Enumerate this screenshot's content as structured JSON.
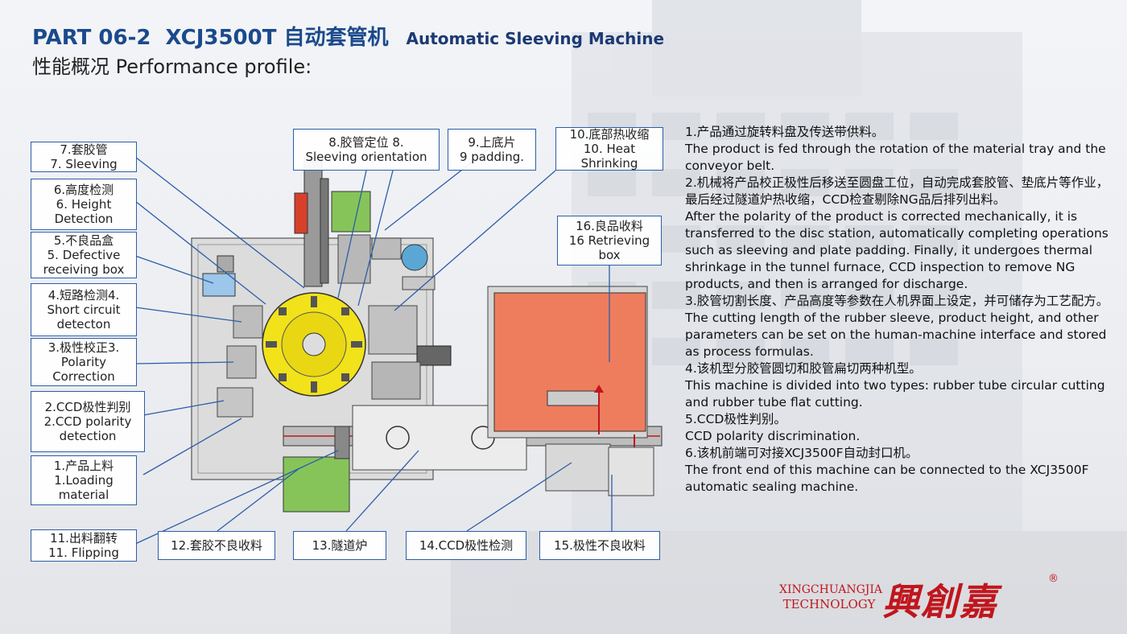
{
  "header": {
    "part": "PART 06-2",
    "model": "XCJ3500T 自动套管机",
    "subtitle": "Automatic Sleeving Machine",
    "performance": "性能概况 Performance profile:"
  },
  "callouts": [
    {
      "id": "c7",
      "lines": [
        "7.套胶管",
        "7. Sleeving"
      ]
    },
    {
      "id": "c6",
      "lines": [
        "6.高度检测",
        "6. Height",
        "Detection"
      ]
    },
    {
      "id": "c5",
      "lines": [
        "5.不良品盒",
        "5. Defective",
        "receiving box"
      ]
    },
    {
      "id": "c4",
      "lines": [
        "4.短路检测4.",
        "Short circuit",
        "detecton"
      ]
    },
    {
      "id": "c3",
      "lines": [
        "3.极性校正3.",
        "Polarity",
        "Correction"
      ]
    },
    {
      "id": "c2",
      "lines": [
        "2.CCD极性判别",
        "2.CCD polarity",
        "detection"
      ]
    },
    {
      "id": "c1",
      "lines": [
        "1.产品上料",
        "1.Loading",
        "material"
      ]
    },
    {
      "id": "c11",
      "lines": [
        "11.出料翻转",
        "11. Flipping"
      ]
    },
    {
      "id": "c12",
      "lines": [
        "12.套胶不良收料"
      ]
    },
    {
      "id": "c13",
      "lines": [
        "13.隧道炉"
      ]
    },
    {
      "id": "c14",
      "lines": [
        "14.CCD极性检测"
      ]
    },
    {
      "id": "c15",
      "lines": [
        "15.极性不良收料"
      ]
    },
    {
      "id": "c8",
      "lines": [
        "8.胶管定位 8.",
        "Sleeving orientation"
      ]
    },
    {
      "id": "c9",
      "lines": [
        "9.上底片",
        "9 padding."
      ]
    },
    {
      "id": "c10",
      "lines": [
        "10.底部热收缩",
        "10. Heat",
        "Shrinking"
      ]
    },
    {
      "id": "c16",
      "lines": [
        "16.良品收料",
        "16 Retrieving",
        "box"
      ]
    }
  ],
  "description": [
    "1.产品通过旋转料盘及传送带供料。",
    "The product is fed through the rotation of the material tray and the conveyor belt.",
    "2.机械将产品校正极性后移送至圆盘工位，自动完成套胶管、垫底片等作业，最后经过隧道炉热收缩，CCD检查剔除NG品后排列出料。",
    "After the polarity of the product is corrected mechanically, it is transferred to the disc station, automatically completing operations such as sleeving and plate padding. Finally, it undergoes thermal shrinkage in the tunnel furnace, CCD inspection to remove NG products, and then is arranged for discharge.",
    "3.胶管切割长度、产品高度等参数在人机界面上设定，并可储存为工艺配方。",
    "The cutting length of the rubber sleeve, product height, and other parameters can be set on the human-machine interface and stored as process formulas.",
    "4.该机型分胶管圆切和胶管扁切两种机型。",
    "This machine is divided into two types: rubber tube circular cutting and rubber tube flat cutting.",
    "5.CCD极性判别。",
    "CCD polarity discrimination.",
    "6.该机前端可对接XCJ3500F自动封口机。",
    "The front end of this machine can be connected to the XCJ3500F automatic sealing machine."
  ],
  "logo": {
    "en_line1": "XINGCHUANGJIA",
    "en_line2": "TECHNOLOGY",
    "cn": "興創嘉",
    "reg": "®"
  },
  "colors": {
    "title_blue": "#1b4a8c",
    "callout_border": "#2c5ea8",
    "turntable_yellow": "#f2e21a",
    "furnace_orange": "#ee7d5e",
    "module_green": "#86c45a",
    "module_blue": "#9cc6ea",
    "logo_red": "#c0161d"
  }
}
